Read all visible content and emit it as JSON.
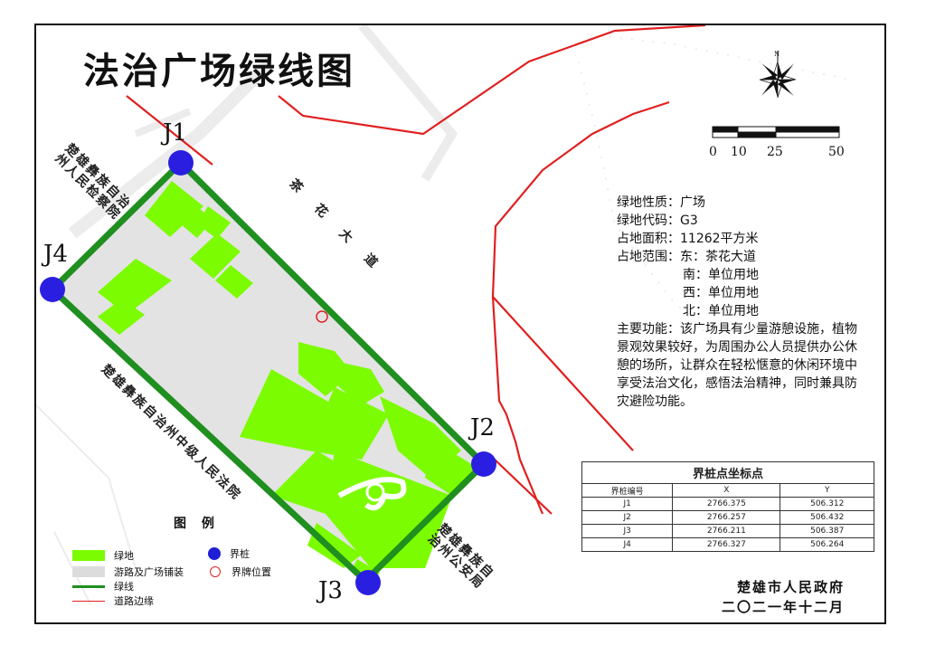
{
  "title": "法治广场绿线图",
  "boundary_points": [
    {
      "label": "J1"
    },
    {
      "label": "J2"
    },
    {
      "label": "J3"
    },
    {
      "label": "J4"
    }
  ],
  "map_labels": {
    "road_east": "茶 花 大 道",
    "procuratorate": "楚雄彝族自治\n州人民检察院",
    "court": "楚雄彝族自治州中级人民法院",
    "police": "楚雄彝族自\n治州公安局"
  },
  "north_label": "N",
  "scale_bar": {
    "ticks": [
      "0",
      "10",
      "25",
      "50"
    ]
  },
  "info": {
    "nature": "绿地性质：广场",
    "code": "绿地代码：G3",
    "area": "占地面积：11262平方米",
    "range_east": "占地范围：东：茶花大道",
    "range_south": "南：单位用地",
    "range_west": "西：单位用地",
    "range_north": "北：单位用地",
    "function": "主要功能：该广场具有少量游憩设施，植物景观效果较好，为周围办公人员提供办公休憩的场所，让群众在轻松惬意的休闲环境中享受法治文化，感悟法治精神，同时兼具防灾避险功能。"
  },
  "coord_table": {
    "title": "界桩点坐标点",
    "headers": [
      "界桩编号",
      "X",
      "Y"
    ],
    "rows": [
      [
        "J1",
        "2766.375",
        "506.312"
      ],
      [
        "J2",
        "2766.257",
        "506.432"
      ],
      [
        "J3",
        "2766.211",
        "506.387"
      ],
      [
        "J4",
        "2766.327",
        "506.264"
      ]
    ]
  },
  "legend": {
    "title": "图 例",
    "items": [
      {
        "label": "绿地",
        "color": "#7CFC00"
      },
      {
        "label": "游路及广场铺装",
        "color": "#dcdcdc"
      },
      {
        "label": "绿线",
        "color": "#1f8f1f"
      },
      {
        "label": "道路边缘",
        "color": "#e02020"
      },
      {
        "label": "界桩",
        "color": "#1f1fd6"
      },
      {
        "label": "界牌位置",
        "color": "#e02020"
      }
    ]
  },
  "issuer": {
    "org": "楚雄市人民政府",
    "date": "二〇二一年十二月"
  },
  "colors": {
    "green_area": "#7CFC00",
    "green_line": "#1f8f1f",
    "road_edge": "#e02020",
    "marker": "#2a1fe0",
    "paving": "#e3e3e3"
  }
}
